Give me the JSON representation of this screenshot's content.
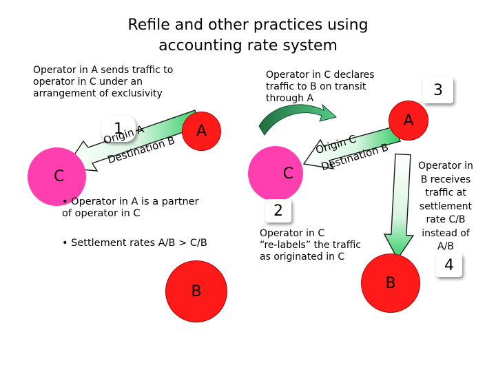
{
  "title": "Refile and other practices using\naccounting rate system",
  "left": {
    "description": "Operator in A sends traffic to\noperator in C under an\narrangement of exclusivity",
    "step": "1",
    "node_c": "C",
    "node_a": "A",
    "node_b": "B",
    "arrow_origin": "Origin A",
    "arrow_destination": "Destination B",
    "bullets": [
      "• Operator in A is a partner\n  of operator in C",
      "• Settlement rates A/B > C/B"
    ]
  },
  "right": {
    "description": "Operator in C declares\ntraffic to B on transit\nthrough A",
    "step_2": "2",
    "step_3": "3",
    "step_4": "4",
    "node_c": "C",
    "node_a": "A",
    "node_b": "B",
    "arrow_origin": "Origin C",
    "arrow_destination": "Destination B",
    "relabel_note": "Operator in C\n“re-labels” the traffic\nas originated in C",
    "settlement_note": "Operator in\nB receives\ntraffic at\nsettlement\nrate C/B\ninstead of\nA/B"
  },
  "colors": {
    "operator_c": "#ff3fb0",
    "operators_a_b": "#ff1a1a",
    "flow_arrow": "#33cc66",
    "relabel_curve": "#2e8b57"
  }
}
